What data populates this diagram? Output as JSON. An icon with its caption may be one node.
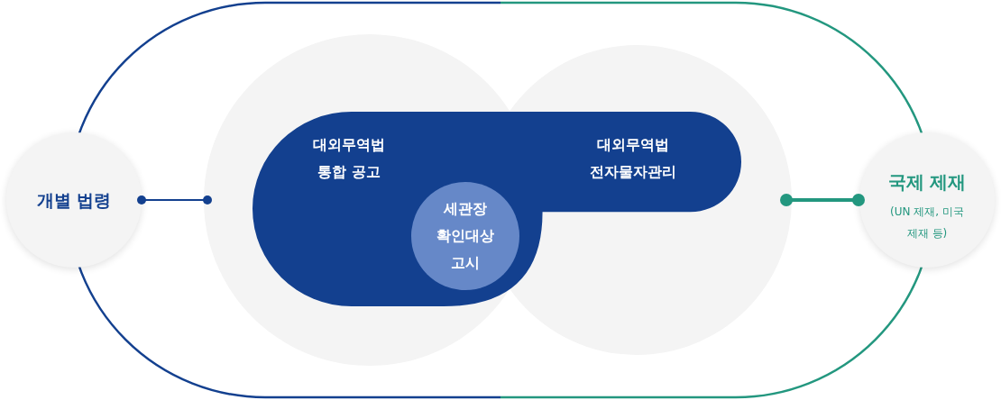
{
  "diagram": {
    "nodes": [
      {
        "text": [
          "개별 법령"
        ]
      },
      {
        "text": [],
        "shape": "cloud"
      },
      {
        "text": [
          "대외무역법 통합 공고",
          "대외무역법 전자물자관리"
        ],
        "in": 1
      },
      {
        "text": [
          "세관장 확인대상 고시"
        ],
        "in": 2
      },
      {
        "text": [
          "국제 제재",
          "(UN 제재, 미국 제재 등)"
        ]
      }
    ],
    "edges": [
      {
        "from": 0,
        "to": 1,
        "arrow": "other",
        "color": "#13408f"
      },
      {
        "from": 1,
        "to": 4,
        "arrow": "other",
        "color": "#23977f",
        "style": "thick"
      }
    ]
  }
}
